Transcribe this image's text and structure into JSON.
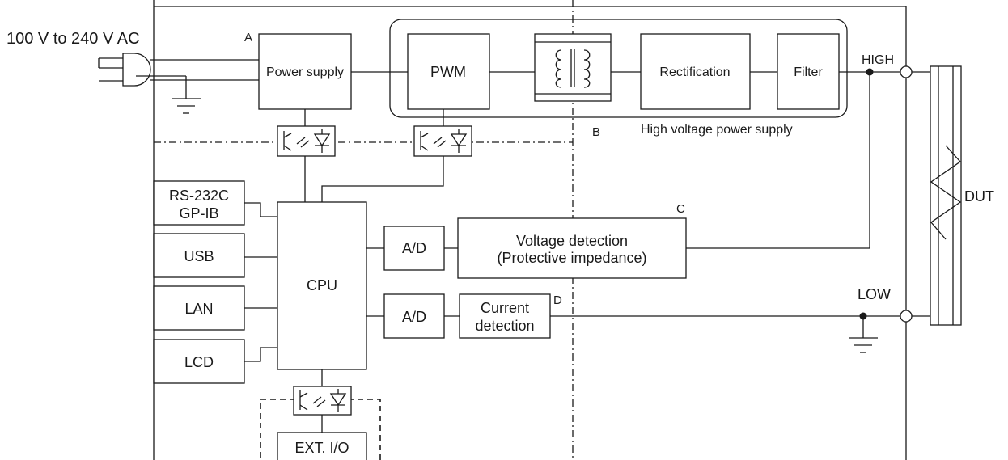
{
  "input_label": "100 V to 240 V AC",
  "markers": {
    "a": "A",
    "b": "B",
    "c": "C",
    "d": "D"
  },
  "blocks": {
    "power_supply": "Power supply",
    "pwm": "PWM",
    "rectification": "Rectification",
    "filter": "Filter",
    "hv_caption": "High voltage power supply",
    "rs232c": "RS-232C",
    "gpib": "GP-IB",
    "usb": "USB",
    "lan": "LAN",
    "lcd": "LCD",
    "cpu": "CPU",
    "ad_voltage": "A/D",
    "ad_current": "A/D",
    "voltage_detection_1": "Voltage detection",
    "voltage_detection_2": "(Protective impedance)",
    "current_detection_1": "Current",
    "current_detection_2": "detection",
    "ext_io": "EXT. I/O"
  },
  "terminals": {
    "high": "HIGH",
    "low": "LOW",
    "dut": "DUT"
  },
  "icons": {
    "plug": "ac-plug-icon",
    "ground": "ground-icon",
    "optocoupler": "optocoupler-icon",
    "transformer": "transformer-icon",
    "resistor": "resistor-icon"
  }
}
